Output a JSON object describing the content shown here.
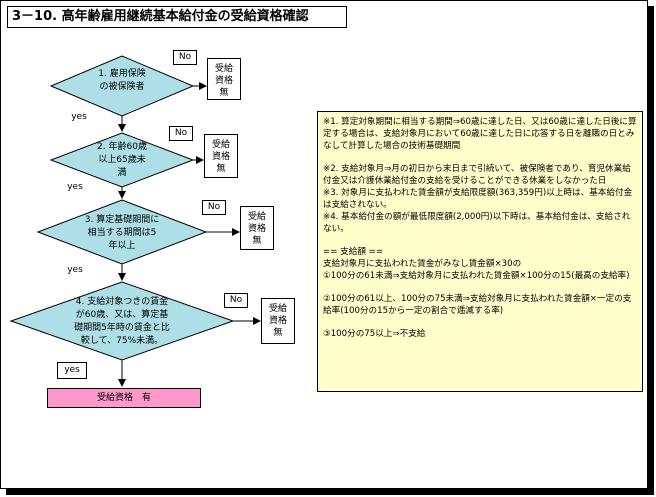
{
  "title": "3－10. 高年齢雇用継続基本給付金の受給資格確認",
  "flow": {
    "decisions": [
      {
        "lines": [
          "1. 雇用保険",
          "の被保険者"
        ]
      },
      {
        "lines": [
          "2. 年齢60歳",
          "以上65歳未",
          "満"
        ]
      },
      {
        "lines": [
          "3. 算定基礎期間に",
          "相当する期間は5",
          "年以上"
        ]
      },
      {
        "lines": [
          "4. 支給対象つきの賃金",
          "が60歳、又は、算定基",
          "礎期間5年時の賃金と比",
          "較して、75%未満。"
        ]
      }
    ],
    "no_label": "No",
    "yes_label": "yes",
    "result_lines": [
      "受給",
      "資格",
      "無"
    ],
    "final": "受給資格　有"
  },
  "notes": {
    "paragraphs": [
      "※1. 算定対象期間に相当する期間⇒60歳に達した日、又は60歳に達した日後に算定する場合は、支給対象月において60歳に達した日に応答する日を離職の日とみなして計算した場合の技術基礎期間",
      "※2. 支給対象月⇒月の初日から末日まで引続いて、被保険者であり、育児休業給付金又は介護休業給付金の支給を受けることができる休業をしなかった日",
      "※3. 対象月に支払われた賃金額が支給限度額(363,359円)以上時は、基本給付金は支給されない。",
      "※4. 基本給付金の額が最低限度額(2,000円)以下時は、基本給付金は、支給されない。",
      "",
      "== 支給額 ==",
      "支給対象月に支払われた賃金がみなし賃金額×30の",
      "①100分の61未満⇒支給対象月に支払われた賃金額×100分の15(最高の支給率)",
      "",
      "②100分の61以上、100分の75未満⇒支給対象月に支払われた賃金額×一定の支給率(100分の15から一定の割合で逓減する率)",
      "",
      "③100分の75以上⇒不支給"
    ]
  },
  "colors": {
    "diamond_fill": "#aedfe6",
    "final_fill": "#ff99cc",
    "notes_fill": "#ffffcc"
  }
}
